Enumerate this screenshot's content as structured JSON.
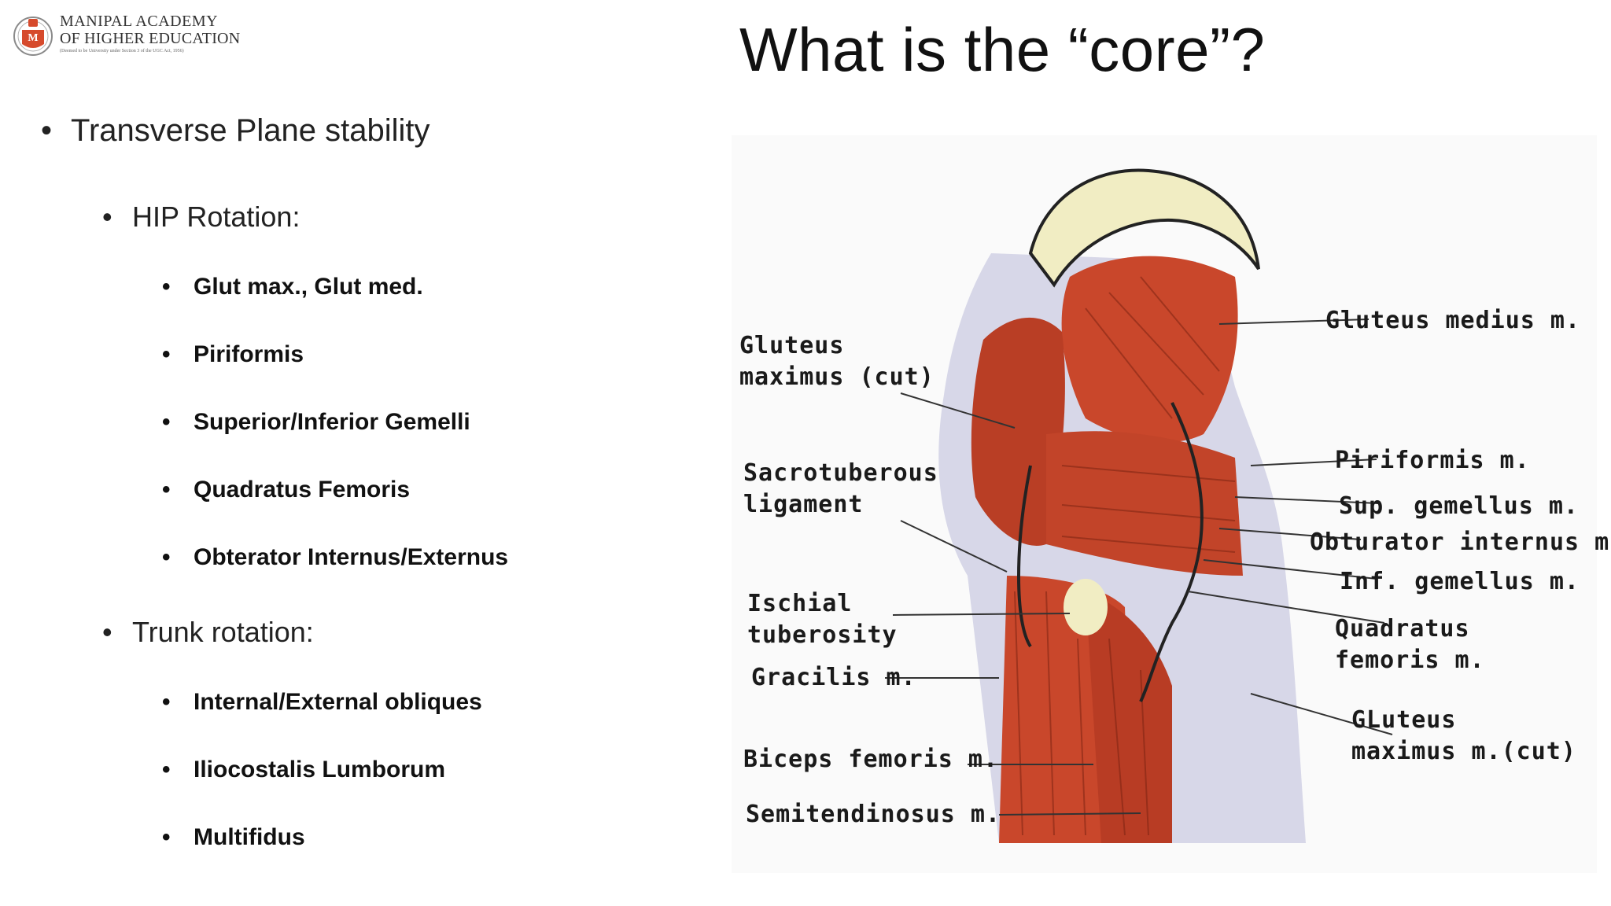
{
  "logo": {
    "line1": "MANIPAL ACADEMY",
    "line2": "OF HIGHER EDUCATION",
    "line3": "(Deemed to be University under Section 3 of the UGC Act, 1956)"
  },
  "title": "What is the “core”?",
  "bullets": {
    "l1_0": "Transverse Plane stability",
    "hip_heading": "HIP Rotation:",
    "hip_items": [
      "Glut max., Glut med.",
      "Piriformis",
      "Superior/Inferior Gemelli",
      "Quadratus Femoris",
      "Obterator Internus/Externus"
    ],
    "trunk_heading": "Trunk rotation:",
    "trunk_items": [
      "Internal/External obliques",
      "Iliocostalis Lumborum",
      "Multifidus"
    ]
  },
  "figure": {
    "labels": {
      "gluteus_maximus_cut_left_1": "Gluteus",
      "gluteus_maximus_cut_left_2": "maximus (cut)",
      "sacrotuberous_1": "Sacrotuberous",
      "sacrotuberous_2": "ligament",
      "ischial_1": "Ischial",
      "ischial_2": "tuberosity",
      "gracilis": "Gracilis m.",
      "biceps": "Biceps femoris m.",
      "semitendinosus": "Semitendinosus m.",
      "gluteus_medius": "Gluteus medius m.",
      "piriformis": "Piriformis m.",
      "sup_gemellus": "Sup. gemellus m.",
      "obturator": "Obturator internus m",
      "inf_gemellus": "Inf. gemellus m.",
      "quadratus_1": "Quadratus",
      "quadratus_2": "femoris m.",
      "gluteus_maximus_right_1": "GLuteus",
      "gluteus_maximus_right_2": "maximus m.(cut)"
    }
  },
  "colors": {
    "muscle": "#c9472b",
    "muscle_dark": "#9e2f1a",
    "fascia": "#d3d3e6",
    "bone": "#f0ecc0",
    "text": "#1a1a1a"
  }
}
